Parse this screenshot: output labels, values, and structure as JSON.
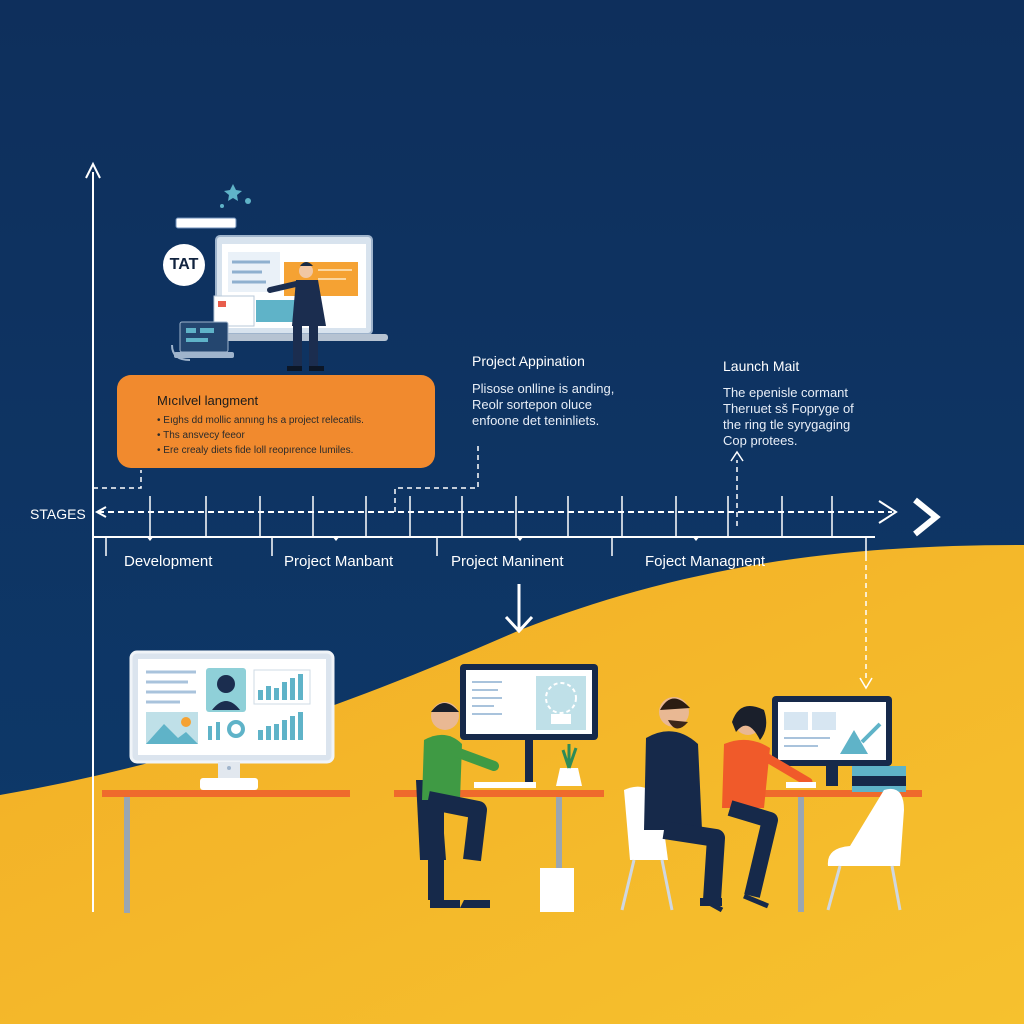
{
  "axis": {
    "label": "STAGES"
  },
  "stages": [
    {
      "label": "Development"
    },
    {
      "label": "Project Manbant"
    },
    {
      "label": "Project Maninent"
    },
    {
      "label": "Foject Managnent"
    }
  ],
  "orange_callout": {
    "title": "Mıcılvel langment",
    "lines": [
      "• Eıghs dd mollic annıng hs a project relecatils.",
      "• Ths ansvecy feeor",
      "• Ere crealy diets fide loll reopırence lumiles."
    ]
  },
  "badge": {
    "text": "TAT"
  },
  "callout_middle": {
    "title": "Project Appination",
    "lines": [
      "Plisose onlline is anding,",
      "Reolr sortepon oluce",
      "enfoone det teninliets."
    ]
  },
  "callout_right": {
    "title": "Launch Mait",
    "lines": [
      "The epenisle cormant",
      "Therıuet sš Fopryge of",
      "the ring tle syrygaging",
      "Cop protees."
    ]
  },
  "colors": {
    "navy": "#0d3563",
    "yellow": "#f4b52a",
    "orange": "#f18a2e",
    "white": "#ffffff"
  }
}
